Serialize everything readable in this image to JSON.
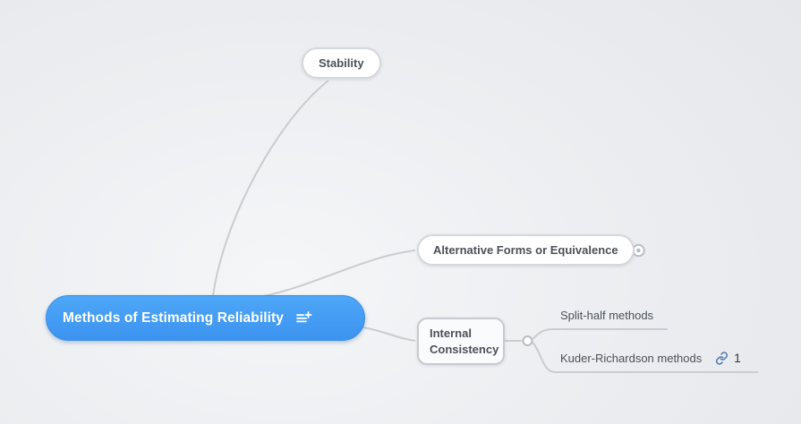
{
  "root": {
    "label": "Methods of Estimating Reliability"
  },
  "branches": {
    "stability": {
      "label": "Stability"
    },
    "alternative_forms": {
      "label": "Alternative Forms or Equivalence"
    },
    "internal_consistency": {
      "label": "Internal Consistency",
      "children": {
        "split_half": {
          "label": "Split-half methods"
        },
        "kuder_richardson": {
          "label": "Kuder-Richardson methods",
          "link_count": "1"
        }
      }
    }
  },
  "colors": {
    "root_fill_top": "#4fa7f8",
    "root_fill_bottom": "#3b93f0",
    "connector": "#c9ccd1",
    "node_border": "#d5d8dc",
    "node_text": "#4b5157",
    "link_icon": "#4a78b0"
  }
}
